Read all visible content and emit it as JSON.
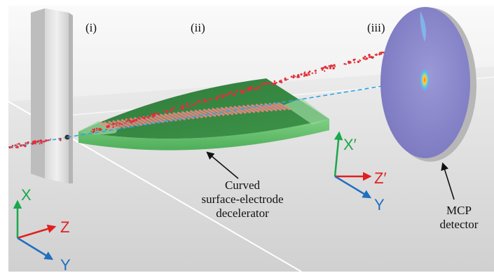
{
  "section_labels": {
    "skimmer": "(i)",
    "decelerator": "(ii)",
    "detector": "(iii)"
  },
  "annotations": {
    "decelerator_line1": "Curved",
    "decelerator_line2": "surface-electrode",
    "decelerator_line3": "decelerator",
    "detector_line1": "MCP",
    "detector_line2": "detector"
  },
  "axes_lab": {
    "x": "X",
    "y": "Y",
    "z": "Z"
  },
  "axes_rotated": {
    "x": "X′",
    "y": "Y",
    "z": "Z′"
  },
  "colors": {
    "axis_x": "#1aa84a",
    "axis_y": "#1f6fbf",
    "axis_z": "#e02020",
    "beam_dashed": "#2aa6e6",
    "molecules": "#e0303a",
    "chip": "#3f8f4a",
    "detector": "#8a87c8"
  }
}
